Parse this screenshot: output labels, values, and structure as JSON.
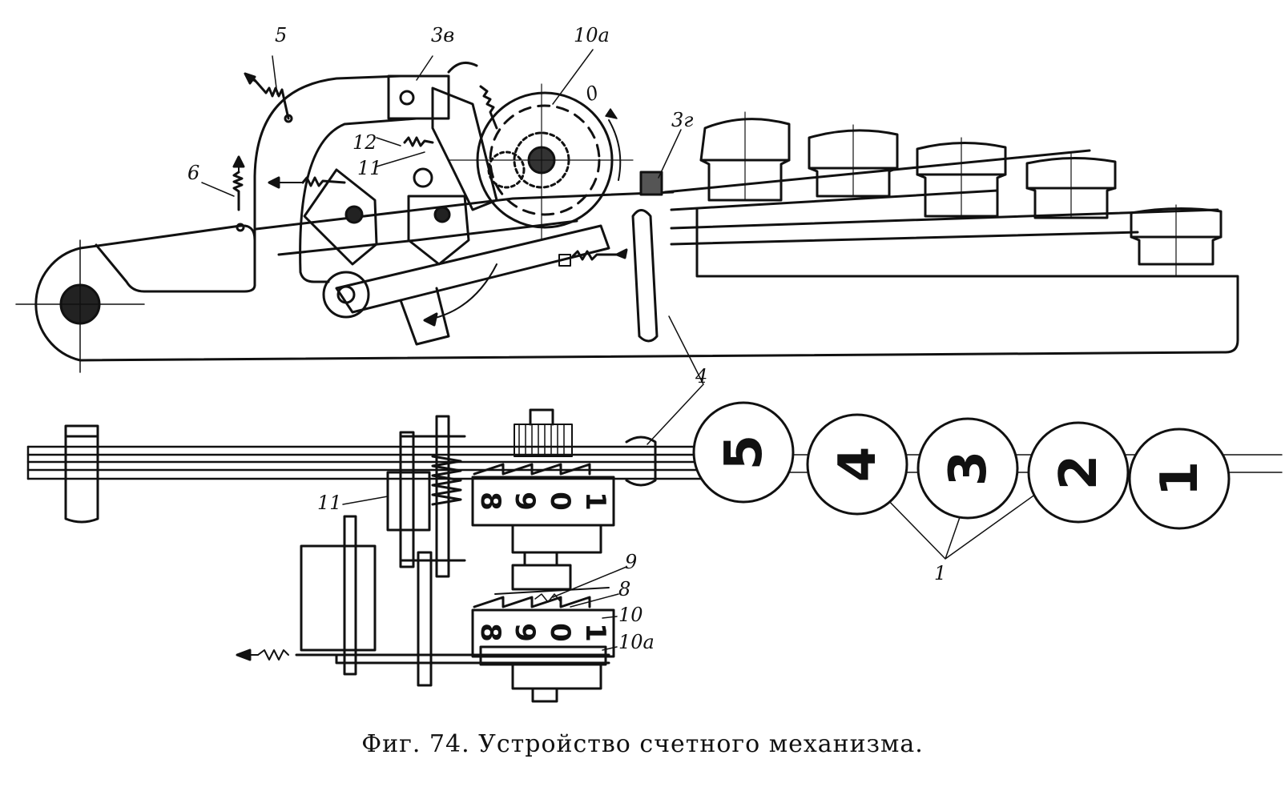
{
  "diagram": {
    "labels": {
      "l5": "5",
      "l3v": "3в",
      "l10a_top": "10а",
      "l0": "0",
      "l3g": "3г",
      "l12": "12",
      "l11_top": "11",
      "l6": "6",
      "l4": "4",
      "l11_bottom": "11",
      "l9": "9",
      "l8": "8",
      "l10": "10",
      "l10a_bottom": "10а",
      "l1": "1"
    },
    "keys": [
      "5",
      "4",
      "3",
      "2",
      "1"
    ],
    "wheel_digits_upper": [
      "8",
      "9",
      "0",
      "1"
    ],
    "wheel_digits_lower": [
      "8",
      "9",
      "0",
      "1"
    ]
  },
  "caption": "Фиг. 74. Устройство счетного механизма."
}
